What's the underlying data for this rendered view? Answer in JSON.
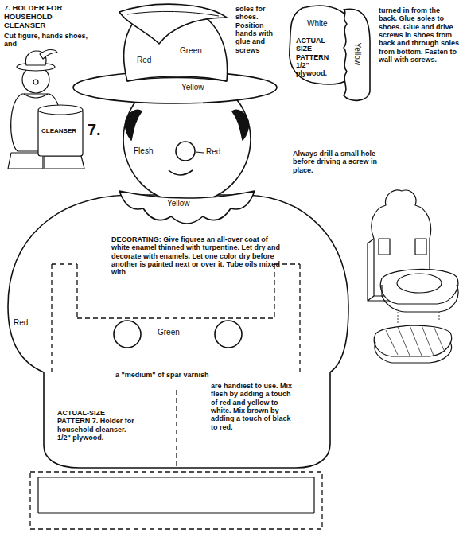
{
  "diagram": {
    "title": "7. HOLDER FOR HOUSEHOLD CLEANSER",
    "labels": [
      "Cut figure, hands shoes, and",
      "soles for shoes. Position hands with glue and screws",
      "White",
      "ACTUAL-SIZE PATTERN 1/2\" plywood.",
      "Yellow",
      "turned in from the back. Glue soles to shoes. Glue and drive screws in shoes from back and through soles from bottom. Fasten to wall with screws.",
      "CLEANSER",
      "Red",
      "Green",
      "Yellow",
      "7.",
      "Flesh",
      "Red",
      "Always drill a small hole before driving a screw in place.",
      "Yellow",
      "DECORATING: Give figures an all-over coat of white enamel thinned with turpentine. Let dry and decorate with enamels. Let one color dry before another is painted next or over it. Tube oils mixed with",
      "Red",
      "Green",
      "a \"medium\" of spar varnish",
      "are handiest to use. Mix flesh by adding a touch of red and yellow to white. Mix brown by adding a touch of black to red.",
      "ACTUAL-SIZE PATTERN 7. Holder for household cleanser. 1/2\" plywood."
    ]
  }
}
